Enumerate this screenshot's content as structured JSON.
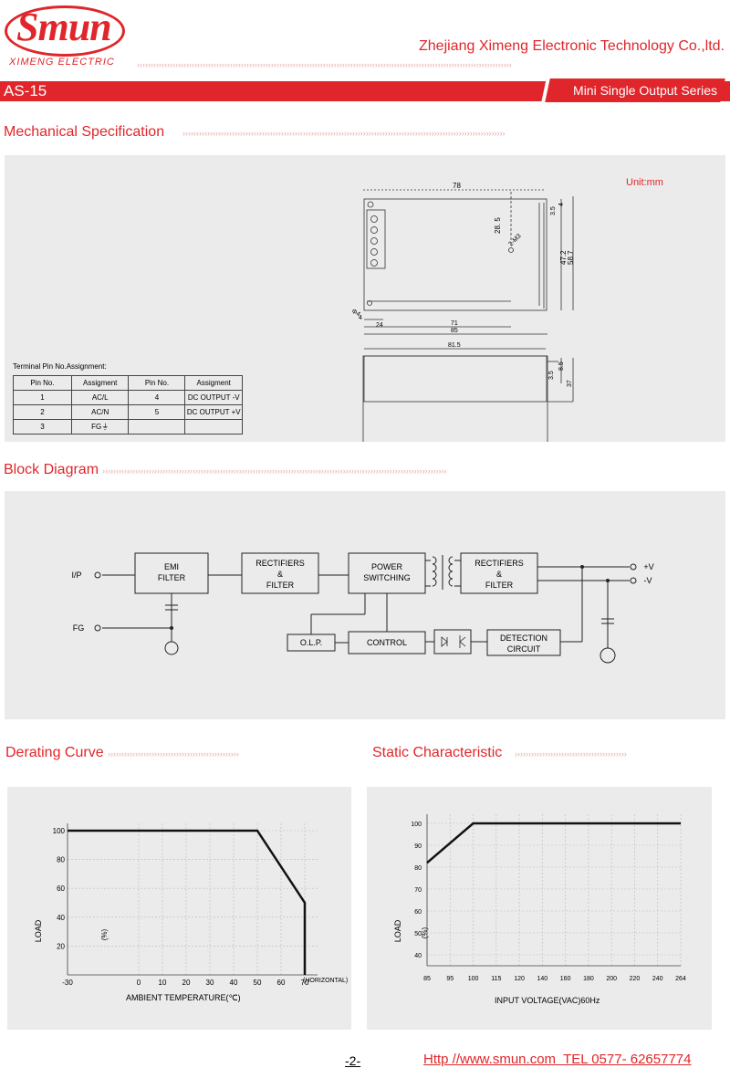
{
  "header": {
    "logo_text": "Smun",
    "logo_subtitle": "XIMENG ELECTRIC",
    "company": "Zhejiang Ximeng Electronic Technology Co.,ltd.",
    "model": "AS-15",
    "series": "Mini Single Output Series",
    "brand_color": "#e0262a"
  },
  "sections": {
    "mechanical": "Mechanical Specification",
    "block": "Block Diagram",
    "derating": "Derating Curve",
    "static": "Static Characteristic"
  },
  "mechanical": {
    "unit": "Unit:mm",
    "dims": {
      "top_width": "78",
      "d_28_5": "28. 5",
      "m3": "2-M3",
      "d_3_5_a": "3.5",
      "d_4_a": "4",
      "d_47_2": "47.2",
      "d_58_7": "58.7",
      "d_4_b": "4",
      "phi4": "Φ4",
      "d_24": "24",
      "d_71": "71",
      "d_85": "85",
      "d_81_5": "81.5",
      "d_3_5_b": "3.5",
      "d_8_5": "8.5",
      "d_37": "37"
    },
    "terminal_title": "Terminal Pin No.Assignment:",
    "table_headers": [
      "Pin No.",
      "Assigment",
      "Pin No.",
      "Assigment"
    ],
    "table_rows": [
      [
        "1",
        "AC/L",
        "4",
        "DC OUTPUT -V"
      ],
      [
        "2",
        "AC/N",
        "5",
        "DC OUTPUT +V"
      ],
      [
        "3",
        "FG",
        "",
        ""
      ]
    ]
  },
  "block_diagram": {
    "ip": "I/P",
    "fg": "FG",
    "emi_1": "EMI",
    "emi_2": "FILTER",
    "rect1_1": "RECTIFIERS",
    "rect1_2": "&",
    "rect1_3": "FILTER",
    "power_1": "POWER",
    "power_2": "SWITCHING",
    "rect2_1": "RECTIFIERS",
    "rect2_2": "&",
    "rect2_3": "FILTER",
    "vplus": "+V",
    "vminus": "-V",
    "olp": "O.L.P.",
    "control": "CONTROL",
    "detect_1": "DETECTION",
    "detect_2": "CIRCUIT"
  },
  "chart_data": [
    {
      "type": "line",
      "x": [
        -30,
        50,
        70,
        70
      ],
      "series": [
        {
          "values": [
            100,
            100,
            50,
            0
          ]
        }
      ],
      "xticks": [
        "-30",
        "0",
        "10",
        "20",
        "30",
        "40",
        "50",
        "60",
        "70"
      ],
      "xtick_values": [
        -30,
        0,
        10,
        20,
        30,
        40,
        50,
        60,
        70
      ],
      "yticks": [
        20,
        40,
        60,
        80,
        100
      ],
      "xlabel": "AMBIENT TEMPERATURE(℃)",
      "x_suffix": "(HORIZONTAL)",
      "ylabel": "LOAD",
      "yunit": "(%)",
      "xlim": [
        -30,
        70
      ],
      "ylim": [
        0,
        100
      ]
    },
    {
      "type": "line",
      "x": [
        85,
        100,
        264
      ],
      "series": [
        {
          "values": [
            82,
            100,
            100
          ]
        }
      ],
      "xticks": [
        "85",
        "95",
        "100",
        "115",
        "120",
        "140",
        "160",
        "180",
        "200",
        "220",
        "240",
        "264"
      ],
      "yticks": [
        40,
        50,
        60,
        70,
        80,
        90,
        100
      ],
      "xlabel": "INPUT VOLTAGE(VAC)60Hz",
      "ylabel": "LOAD",
      "yunit": "(%)",
      "ylim": [
        40,
        100
      ]
    }
  ],
  "footer": {
    "page": "-2-",
    "url": "Http //www.smun.com  TEL 0577- 62657774"
  }
}
